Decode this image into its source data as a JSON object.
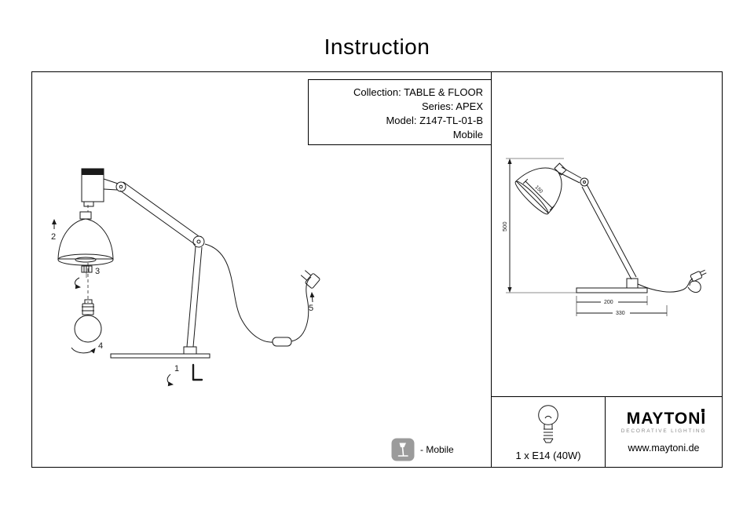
{
  "title": "Instruction",
  "info_box": {
    "collection": "Collection: TABLE & FLOOR",
    "series": "Series: APEX",
    "model": "Model: Z147-TL-01-B",
    "variant": "Mobile"
  },
  "exploded_view": {
    "callout_1": "1",
    "callout_2": "2",
    "callout_3": "3",
    "callout_4": "4",
    "callout_5": "5"
  },
  "dimensions": {
    "height": "500",
    "shade_diameter": "150",
    "base_depth": "200",
    "overall_depth": "330"
  },
  "footer": {
    "mobile_label": "- Mobile",
    "lamp_spec": "1 x E14 (40W)",
    "brand": "MAYTONI",
    "brand_tagline": "DECORATIVE LIGHTING",
    "website": "www.maytoni.de"
  },
  "icons": {
    "mobile": "table-lamp-in-rounded-square",
    "bulb": "light-bulb-outline"
  },
  "colors": {
    "line": "#1a1a1a",
    "mobile_icon_gray": "#9b9b9b"
  }
}
